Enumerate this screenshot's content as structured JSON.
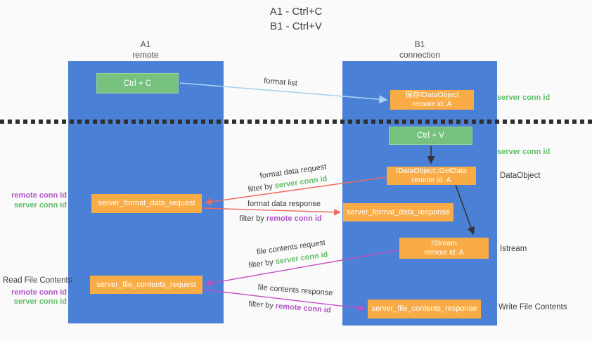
{
  "colors": {
    "lane_blue": "#4a80d5",
    "green_box": "#77c17e",
    "orange_box": "#f9ab45",
    "green_id_text": "#5fbf68",
    "purple_id_text": "#b153c8",
    "red_arrow": "#ed6a5e",
    "purple_arrow": "#c44fc4",
    "light_blue_arrow": "#a9d3f2",
    "black_arrow": "#333333",
    "background": "#fafafa"
  },
  "title": {
    "line1": "A1 - Ctrl+C",
    "line2": "B1 - Ctrl+V"
  },
  "lanes": {
    "left": {
      "name": "A1",
      "role": "remote"
    },
    "right": {
      "name": "B1",
      "role": "connection"
    }
  },
  "nodes": {
    "ctrl_c": {
      "label": "Ctrl + C"
    },
    "ctrl_v": {
      "label": "Ctrl + V"
    },
    "save_dataobject": {
      "line1": "保存IDataObject",
      "line2": "remote id: A"
    },
    "getdata": {
      "line1": "IDataObject::GetData",
      "line2": "remote id: A"
    },
    "istream": {
      "line1": "IStream",
      "line2": "remote id: A"
    },
    "format_request": {
      "label": "server_format_data_request"
    },
    "format_response": {
      "label": "server_format_data_response"
    },
    "file_request": {
      "label": "server_file_contents_request"
    },
    "file_response": {
      "label": "server_file_contents_response"
    }
  },
  "arrow_labels": {
    "format_list": "format list",
    "format_data_request": "format data request",
    "filter_server_1": {
      "prefix": "filter by ",
      "id": "server conn id"
    },
    "format_data_response": "format data response",
    "filter_remote_1": {
      "prefix": "filter by ",
      "id": "remote conn id"
    },
    "file_contents_request": "file contents request",
    "filter_server_2": {
      "prefix": "filter by ",
      "id": "server conn id"
    },
    "file_contents_response": "file contents response",
    "filter_remote_2": {
      "prefix": "filter by ",
      "id": "remote conn id"
    }
  },
  "side_labels": {
    "server_conn_id_top": "server conn id",
    "server_conn_id_mid": "server conn id",
    "dataobject": "DataObject",
    "istream": "Istream",
    "write_file_contents": "Write File Contents",
    "left_format": {
      "remote": "remote conn id",
      "server": "server conn id"
    },
    "left_file": {
      "title": "Read File Contents",
      "remote": "remote conn id",
      "server": "server conn id"
    }
  }
}
